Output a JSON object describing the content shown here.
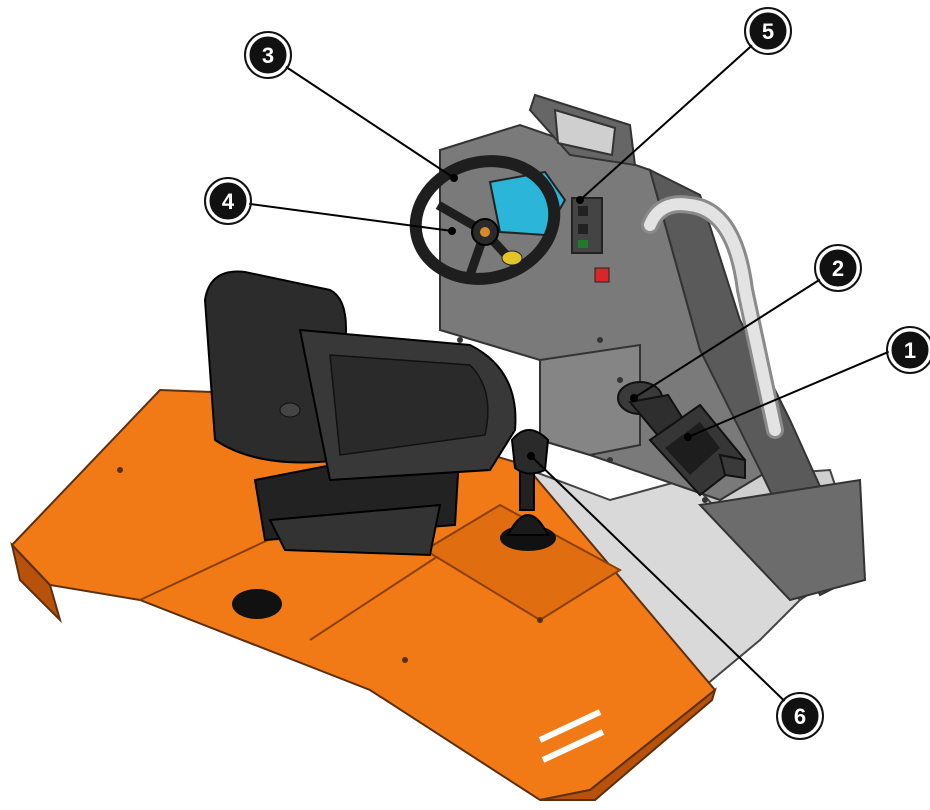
{
  "colors": {
    "platform_orange": "#f27a16",
    "platform_orange_dark": "#b8520a",
    "console_grey": "#767676",
    "console_grey_dark": "#4c4c4c",
    "floor_light": "#d9d9d9",
    "seat_black": "#2c2c2c",
    "display_cyan": "#2bb5d8",
    "handrail": "#d6d6d6",
    "callout_fill": "#111111"
  },
  "callouts": [
    {
      "id": "1",
      "label": "1",
      "target": "pedal-box"
    },
    {
      "id": "2",
      "label": "2",
      "target": "steering-column-lever"
    },
    {
      "id": "3",
      "label": "3",
      "target": "steering-wheel-rim"
    },
    {
      "id": "4",
      "label": "4",
      "target": "steering-wheel-hub"
    },
    {
      "id": "5",
      "label": "5",
      "target": "switch-panel"
    },
    {
      "id": "6",
      "label": "6",
      "target": "joystick"
    }
  ]
}
